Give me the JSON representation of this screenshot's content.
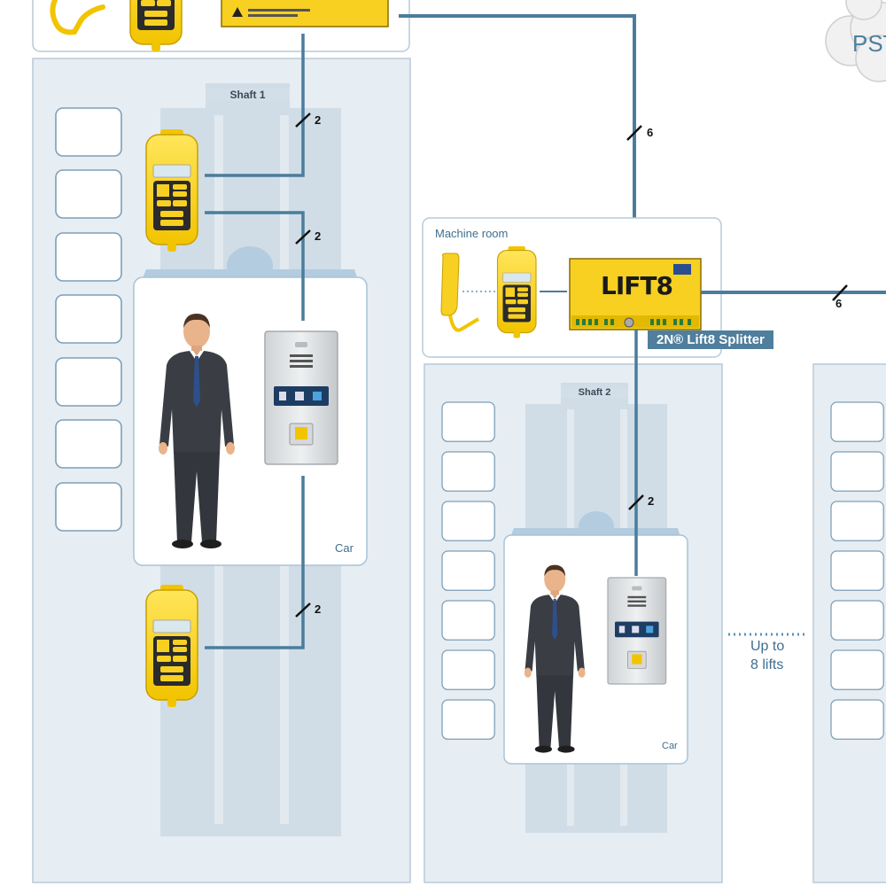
{
  "shaft1": {
    "label": "Shaft 1",
    "car_label": "Car"
  },
  "shaft2": {
    "label": "Shaft 2",
    "car_label": "Car"
  },
  "machine_room": {
    "label": "Machine room"
  },
  "splitter": {
    "label": "2N® Lift8 Splitter",
    "device_text": "LIFT8"
  },
  "wire_counts": {
    "top": "2",
    "middle": "2",
    "bottom": "2",
    "trunk": "6",
    "right": "6",
    "shaft2": "2"
  },
  "lifts_note": {
    "line1": "Up to",
    "line2": "8 lifts"
  },
  "pstn": {
    "label": "PST"
  },
  "colors": {
    "line": "#4a7d9c",
    "panel": "#e5ecf2",
    "border": "#b7cad8",
    "yellow": "#f7d022"
  }
}
